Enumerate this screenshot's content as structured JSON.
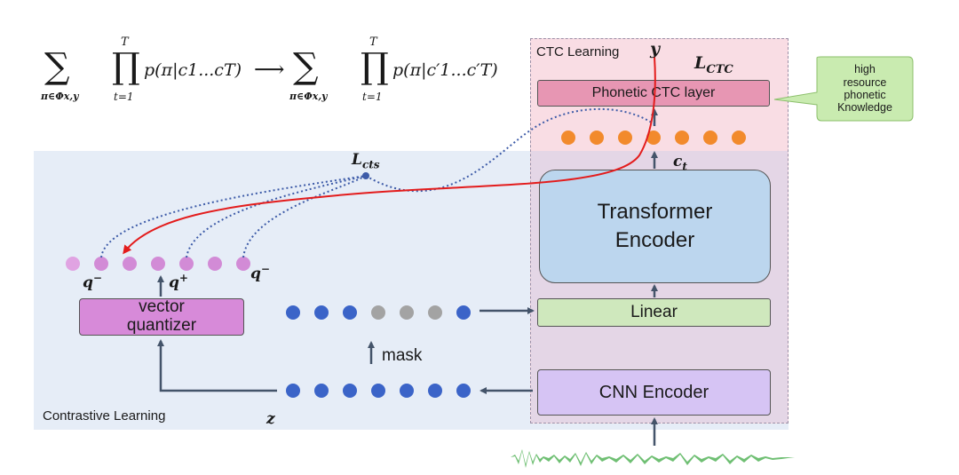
{
  "formula": {
    "left": {
      "sum_symbol": "∑",
      "sum_subscript": "π∈Φx,y",
      "prod_symbol": "∏",
      "prod_superscript": "T",
      "prod_subscript": "t=1",
      "term": "p(π|c1...cT)"
    },
    "arrow": "⟶",
    "right": {
      "sum_symbol": "∑",
      "sum_subscript": "π∈Φx,y",
      "prod_symbol": "∏",
      "prod_superscript": "T",
      "prod_subscript": "t=1",
      "term": "p(π|c′1...c′T)"
    }
  },
  "regions": {
    "ctc_title": "CTC Learning",
    "contrastive_title": "Contrastive Learning"
  },
  "blocks": {
    "phonetic_ctc_layer": "Phonetic CTC layer",
    "transformer_encoder": "Transformer\nEncoder",
    "linear": "Linear",
    "cnn_encoder": "CNN Encoder",
    "vector_quantizer": "vector\nquantizer"
  },
  "callout": "high\nresource\nphonetic\nKnowledge",
  "labels": {
    "y": "y",
    "l_ctc": "L",
    "l_ctc_sub": "CTC",
    "l_cts": "L",
    "l_cts_sub": "cts",
    "c_t": "c",
    "c_t_sub": "t",
    "q_minus_left": "q",
    "q_minus_left_sup": "−",
    "q_plus": "q",
    "q_plus_sup": "+",
    "q_minus_right": "q",
    "q_minus_right_sup": "−",
    "mask": "mask",
    "z": "z"
  },
  "colors": {
    "ctc_region_fill": "#f9dde4",
    "contrastive_region_fill": "#e6edf7",
    "overlap_fill": "#e4d6e6",
    "phonetic_ctc_fill": "#e796b3",
    "transformer_fill": "#bcd6ee",
    "linear_fill": "#cfe8bd",
    "cnn_fill": "#d6c4f4",
    "quantizer_fill": "#d78ad9",
    "callout_fill": "#c9ebb0",
    "orange_dot": "#f28a2c",
    "blue_dot": "#3b64c8",
    "grey_dot": "#a3a3a3",
    "pink_dot": "#d28bd6",
    "arrow_dark": "#44546a",
    "red_path": "#e31c1c",
    "waveform": "#6fbf73"
  },
  "icons": [
    "waveform-icon"
  ]
}
